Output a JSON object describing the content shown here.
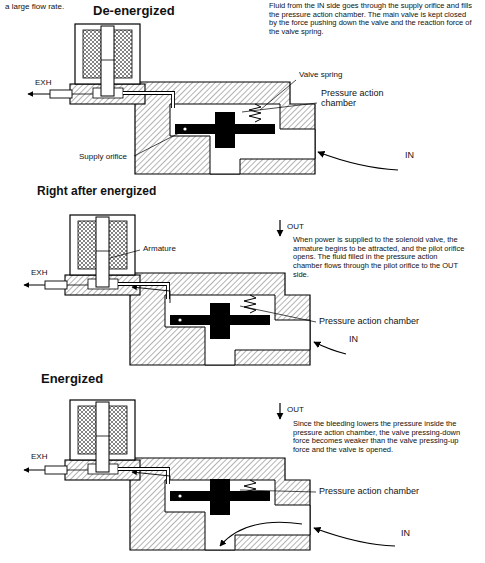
{
  "diagram": {
    "labels": [
      "a large flow rate.",
      "De-energized",
      "Fluid from the IN side goes through the supply orifice and fills the pressure action chamber. The main valve is kept closed by the force pushing down the valve and the reaction force of the valve spring.",
      "Valve spring",
      "Pressure action chamber",
      "EXH",
      "Supply orifice",
      "IN",
      "Right after energized",
      "Armature",
      "OUT",
      "When power is supplied to the solenoid valve, the armature begins to be attracted, and the pilot orifice opens. The fluid filled in the pressure action chamber flows through the pilot orifice to the OUT side.",
      "Pressure action chamber",
      "IN",
      "EXH",
      "Energized",
      "OUT",
      "Since the bleeding lowers the pressure inside the pressure action chamber, the valve pressing-down force becomes weaker than the valve pressing-up force and the valve is opened.",
      "Pressure action chamber",
      "IN",
      "EXH"
    ]
  }
}
